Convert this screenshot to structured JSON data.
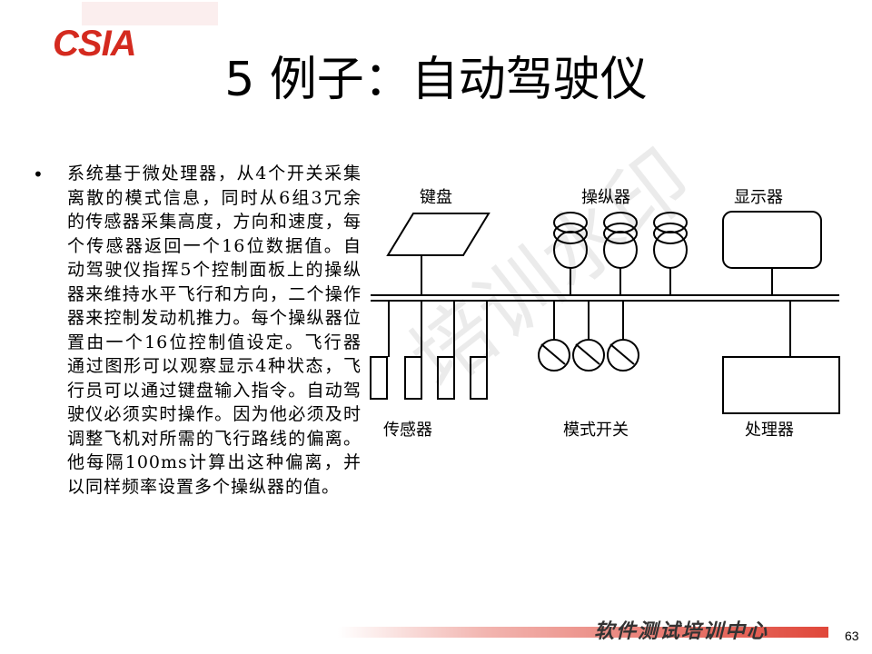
{
  "logo": {
    "text": "CSIA",
    "brand_color": "#d42a1f"
  },
  "slide": {
    "title": "5 例子：自动驾驶仪",
    "bullet": "•",
    "body": "系统基于微处理器，从4个开关采集离散的模式信息，同时从6组3冗余的传感器采集高度，方向和速度，每个传感器返回一个16位数据值。自动驾驶仪指挥5个控制面板上的操纵器来维持水平飞行和方向，二个操作器来控制发动机推力。每个操纵器位置由一个16位控制值设定。飞行器通过图形可以观察显示4种状态，飞行员可以通过键盘输入指令。自动驾驶仪必须实时操作。因为他必须及时调整飞机对所需的飞行路线的偏离。他每隔100ms计算出这种偏离，并以同样频率设置多个操纵器的值。"
  },
  "diagram": {
    "labels": {
      "keyboard": "键盘",
      "actuators": "操纵器",
      "display": "显示器",
      "sensors": "传感器",
      "mode_switches": "模式开关",
      "processor": "处理器"
    }
  },
  "footer": {
    "text": "软件测试培训中心",
    "page_number": "63"
  }
}
